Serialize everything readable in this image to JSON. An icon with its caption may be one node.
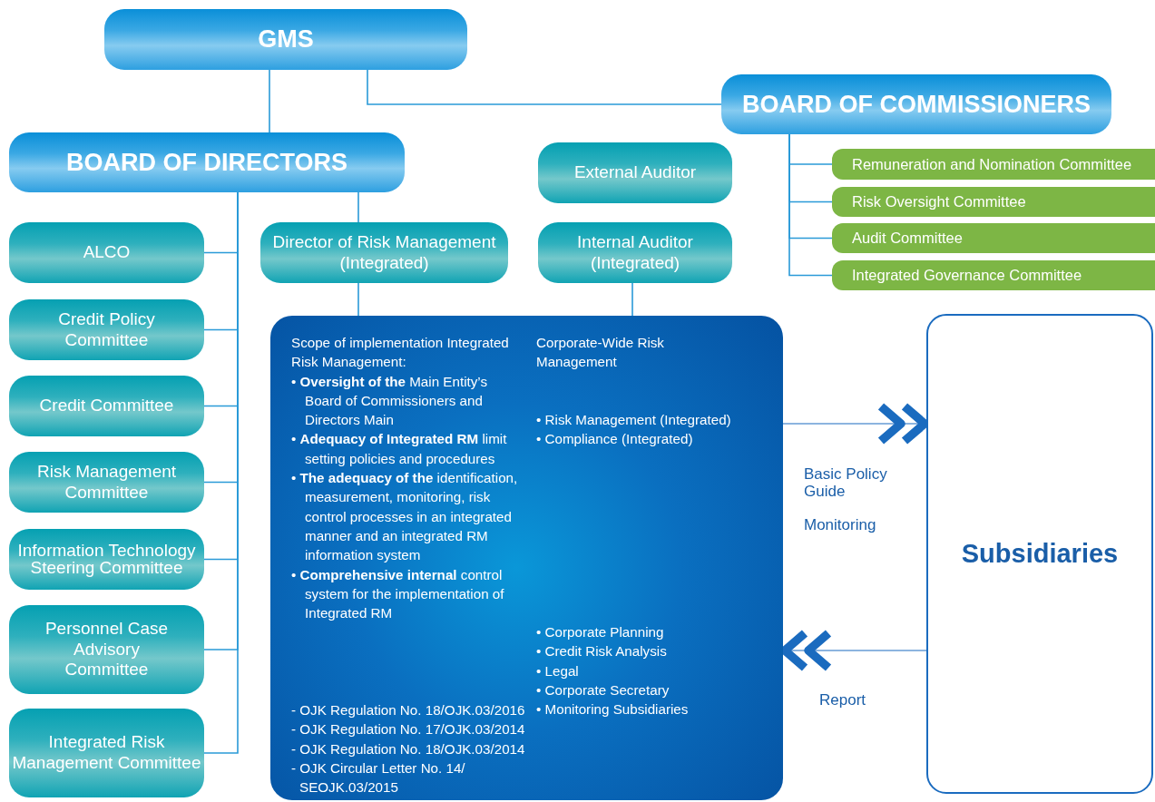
{
  "diagram": {
    "nodes": [
      {
        "text": [
          "GMS"
        ]
      },
      {
        "text": [
          "BOARD OF COMMISSIONERS"
        ]
      },
      {
        "text": [
          "BOARD OF DIRECTORS"
        ]
      },
      {
        "text": [
          "External Auditor"
        ]
      },
      {
        "text": [
          "Remuneration and Nomination Committee"
        ]
      },
      {
        "text": [
          "Risk Oversight Committee"
        ]
      },
      {
        "text": [
          "Audit Committee"
        ]
      },
      {
        "text": [
          "Integrated Governance Committee"
        ]
      },
      {
        "text": [
          "ALCO"
        ]
      },
      {
        "text": [
          "Director of Risk Management (Integrated)"
        ]
      },
      {
        "text": [
          "Internal Auditor (Integrated)"
        ]
      },
      {
        "text": [
          "Credit Policy Committee"
        ]
      },
      {
        "text": [
          "Credit Committee"
        ]
      },
      {
        "text": [
          "Risk Management Committee"
        ]
      },
      {
        "text": [
          "Information Technology Steering Committee"
        ]
      },
      {
        "text": [
          "Personnel Case Advisory Committee"
        ]
      },
      {
        "text": [
          "Integrated Risk Management Committee"
        ]
      },
      {
        "text": [
          "Scope of implementation Integrated Risk Management:",
          "• **Oversight of the** Main Entity’s Board of Commissioners and Directors Main",
          "• **Adequacy of Integrated RM** limit setting policies and procedures",
          "• **The adequacy of the** identification, measurement, monitoring, risk control processes in an integrated manner and an integrated RM information system",
          "• **Comprehensive internal** control system for the implementation of Integrated RM",
          "- OJK Regulation No. 18/OJK.03/2016",
          "- OJK Regulation No. 17/OJK.03/2014",
          "- OJK Regulation No. 18/OJK.03/2014",
          "- OJK Circular Letter No. 14/ SEOJK.03/2015",
          "Corporate-Wide Risk Management",
          "• Risk Management (Integrated)",
          "• Compliance (Integrated)",
          "• Corporate Planning",
          "• Credit Risk Analysis",
          "• Legal",
          "• Corporate Secretary",
          "• Monitoring Subsidiaries"
        ]
      },
      {
        "text": [
          "Subsidiaries"
        ]
      }
    ],
    "edges": [
      {
        "from": 0,
        "to": 2,
        "arrow": "none"
      },
      {
        "from": 0,
        "to": 1,
        "arrow": "none"
      },
      {
        "from": 1,
        "to": 4,
        "arrow": "none"
      },
      {
        "from": 1,
        "to": 5,
        "arrow": "none"
      },
      {
        "from": 1,
        "to": 6,
        "arrow": "none"
      },
      {
        "from": 1,
        "to": 7,
        "arrow": "none"
      },
      {
        "from": 2,
        "to": 9,
        "arrow": "none"
      },
      {
        "from": 9,
        "to": 17,
        "arrow": "none"
      },
      {
        "from": 10,
        "to": 17,
        "arrow": "none"
      },
      {
        "from": 2,
        "to": 8,
        "arrow": "none"
      },
      {
        "from": 2,
        "to": 11,
        "arrow": "none"
      },
      {
        "from": 2,
        "to": 12,
        "arrow": "none"
      },
      {
        "from": 2,
        "to": 13,
        "arrow": "none"
      },
      {
        "from": 2,
        "to": 14,
        "arrow": "none"
      },
      {
        "from": 2,
        "to": 15,
        "arrow": "none"
      },
      {
        "from": 2,
        "to": 16,
        "arrow": "none"
      },
      {
        "from": 17,
        "to": 18,
        "arrow": "to",
        "label": "Basic Policy Guide",
        "color": "#1a6bbf"
      },
      {
        "from": 18,
        "to": 17,
        "arrow": "to",
        "label": "Report",
        "color": "#1a6bbf"
      }
    ],
    "labels": [
      "Monitoring"
    ]
  }
}
